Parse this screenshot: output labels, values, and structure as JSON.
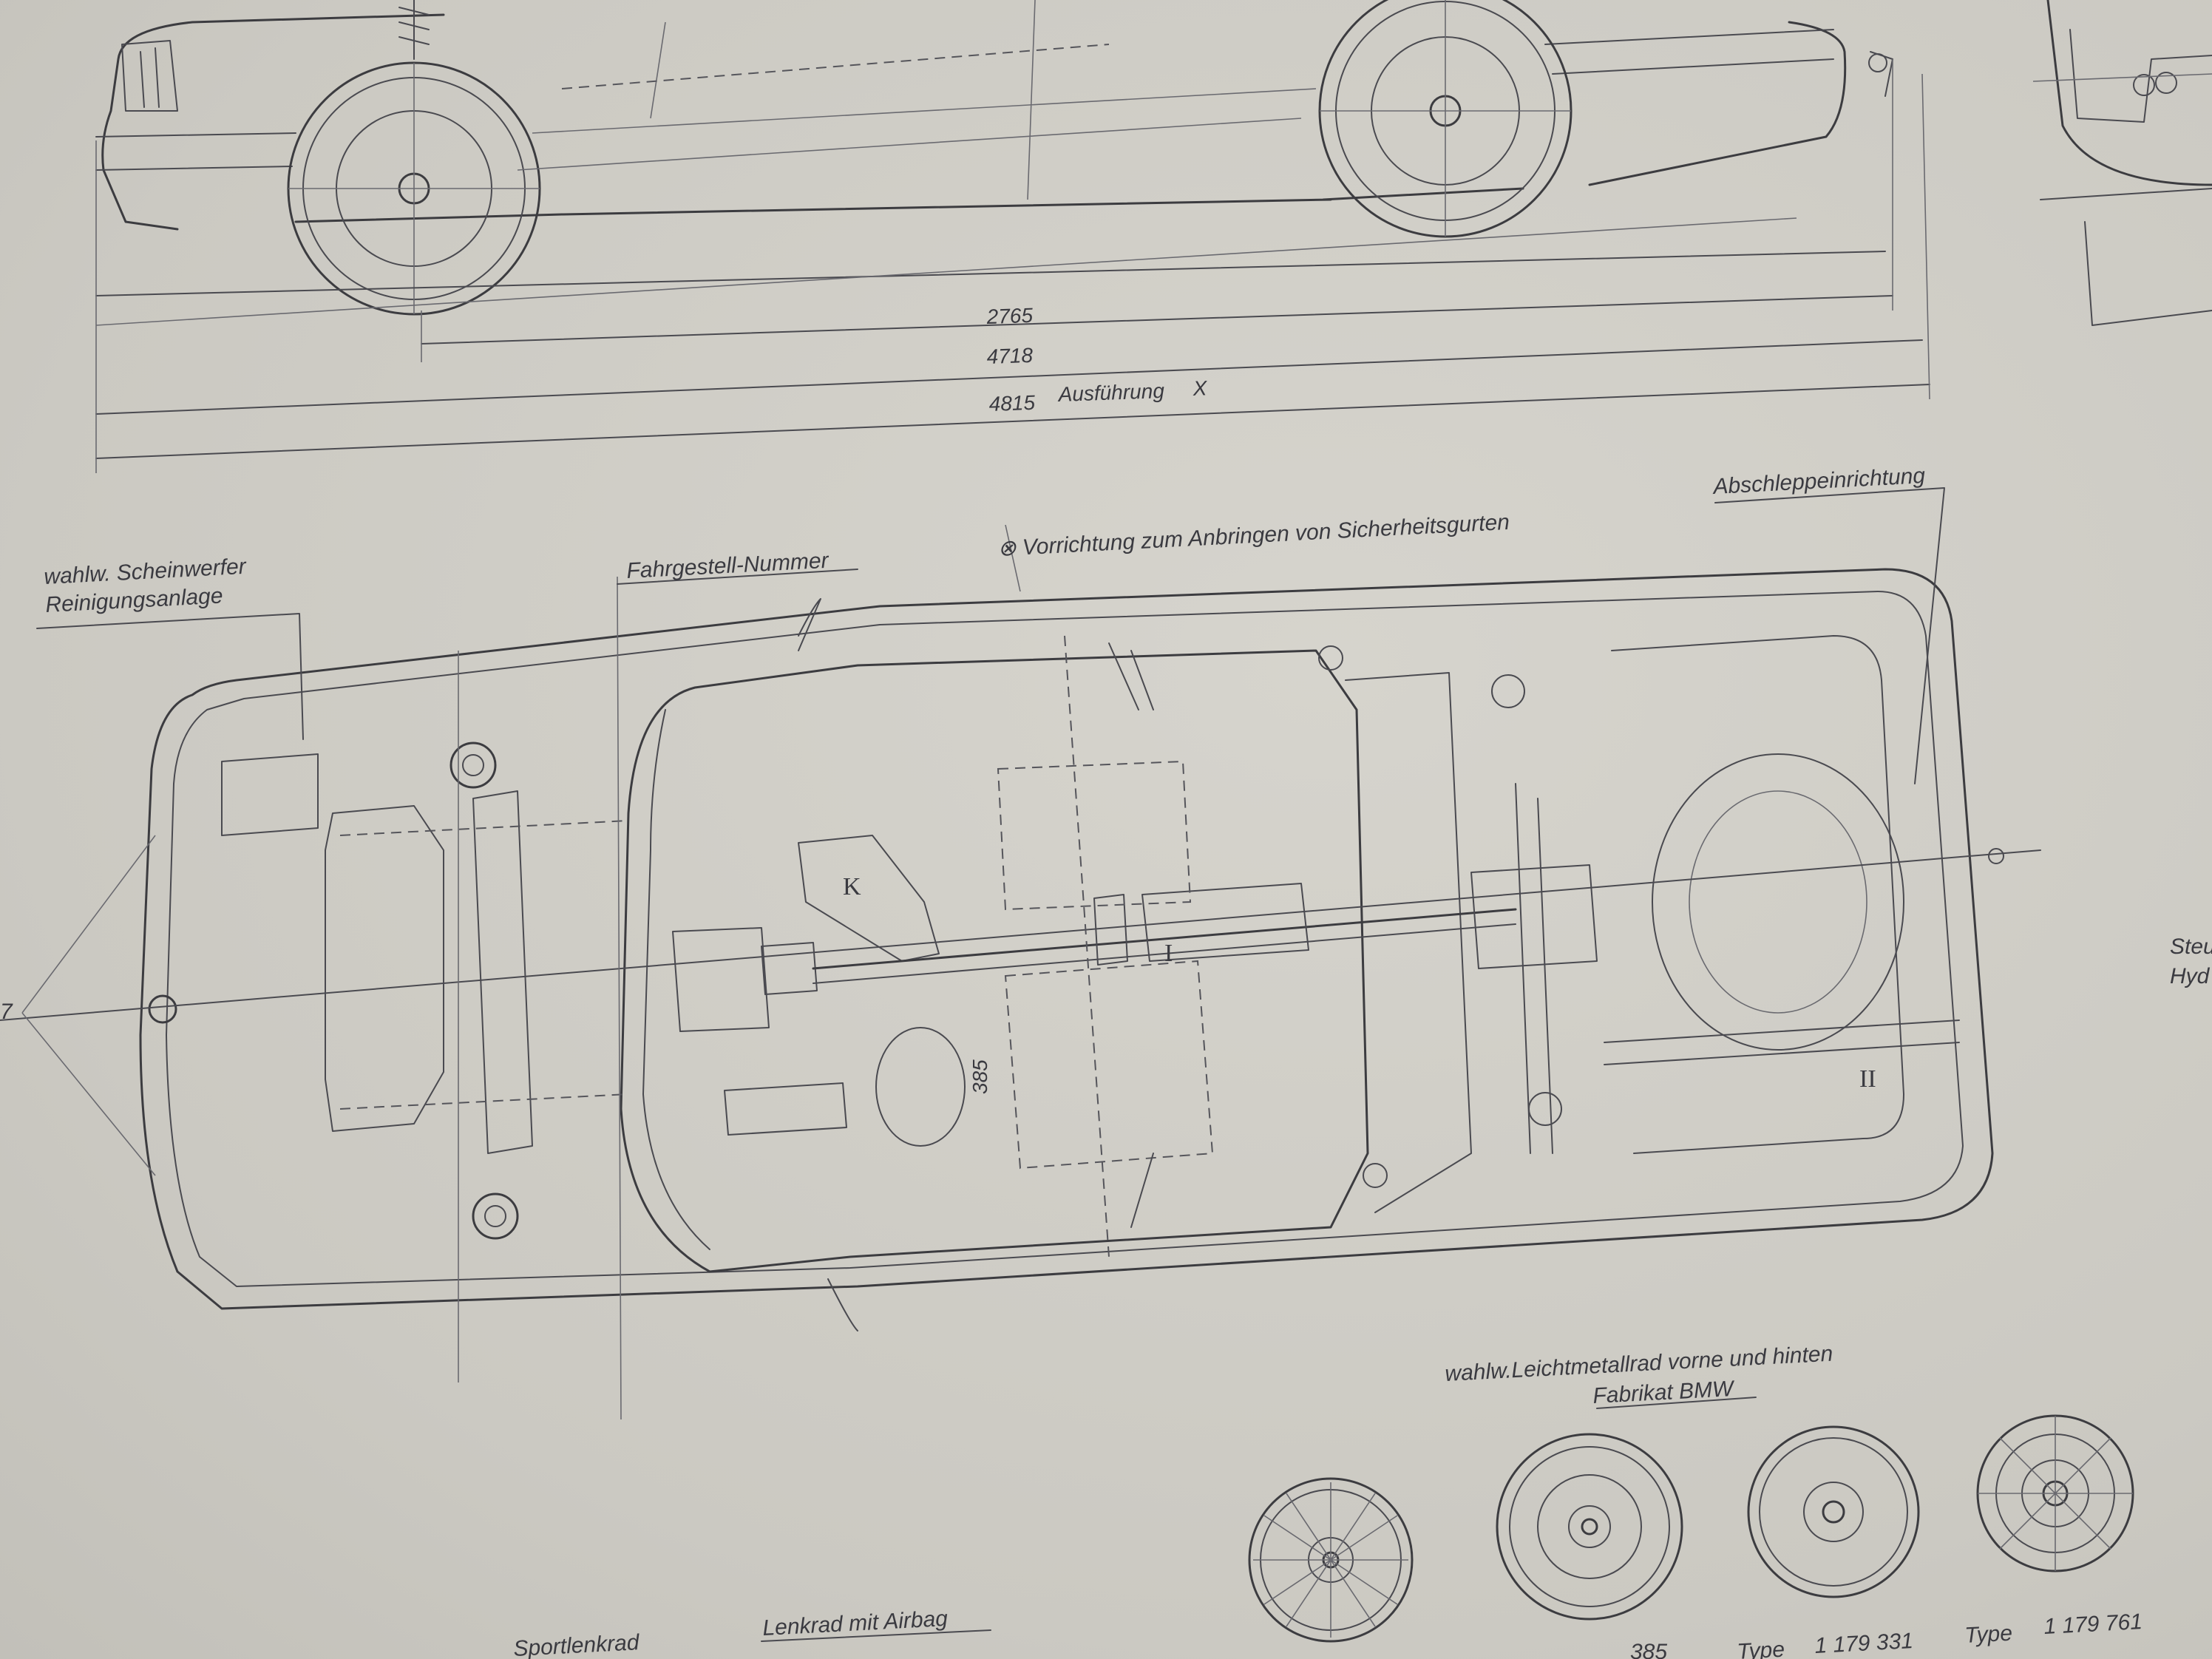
{
  "dimensions": {
    "wheelbase": "2765",
    "length": "4718",
    "length_x": "4815",
    "variant_label": "Ausführung",
    "variant_mark": "X",
    "track_small": "385"
  },
  "labels": {
    "headlight_washer_line1": "wahlw. Scheinwerfer",
    "headlight_washer_line2": "Reinigungsanlage",
    "chassis_number": "Fahrgestell-Nummer",
    "seatbelt_device": "⊗ Vorrichtung zum Anbringen von Sicherheitsgurten",
    "tow_device": "Abschleppeinrichtung",
    "steering_partial_1": "Steu",
    "steering_partial_2": "Hyd",
    "left_edge_mark": "7",
    "marker_K": "K",
    "marker_I": "I",
    "marker_II": "II",
    "alloy_wheel_line1": "wahlw.Leichtmetallrad vorne und hinten",
    "alloy_wheel_line2": "Fabrikat BMW",
    "sport_wheel": "Sportlenkrad",
    "airbag_wheel": "Lenkrad mit Airbag",
    "type_1_label": "Type",
    "type_1_number": "1 179 331",
    "type_2_label": "Type",
    "type_2_number": "1 179 761",
    "partial_number": "385"
  },
  "colors": {
    "paper": "#cfcdc6",
    "ink": "#3c3c40"
  }
}
